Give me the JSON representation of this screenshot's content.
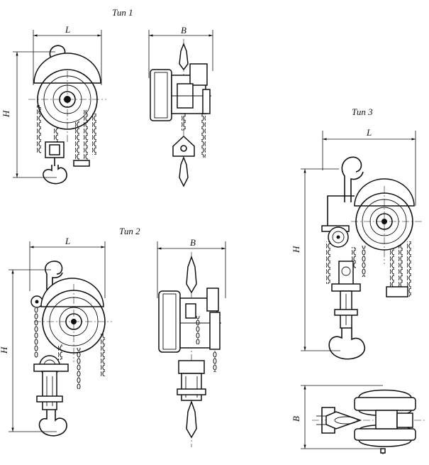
{
  "titles": {
    "type1": "Тип 1",
    "type2": "Тип 2",
    "type3": "Тип 3"
  },
  "dims": {
    "t1_L": "L",
    "t1_H": "H",
    "t1_B": "B",
    "t2_L": "L",
    "t2_H": "H",
    "t2_B": "B",
    "t3_L": "L",
    "t3_H": "H",
    "t3_B": "B"
  }
}
